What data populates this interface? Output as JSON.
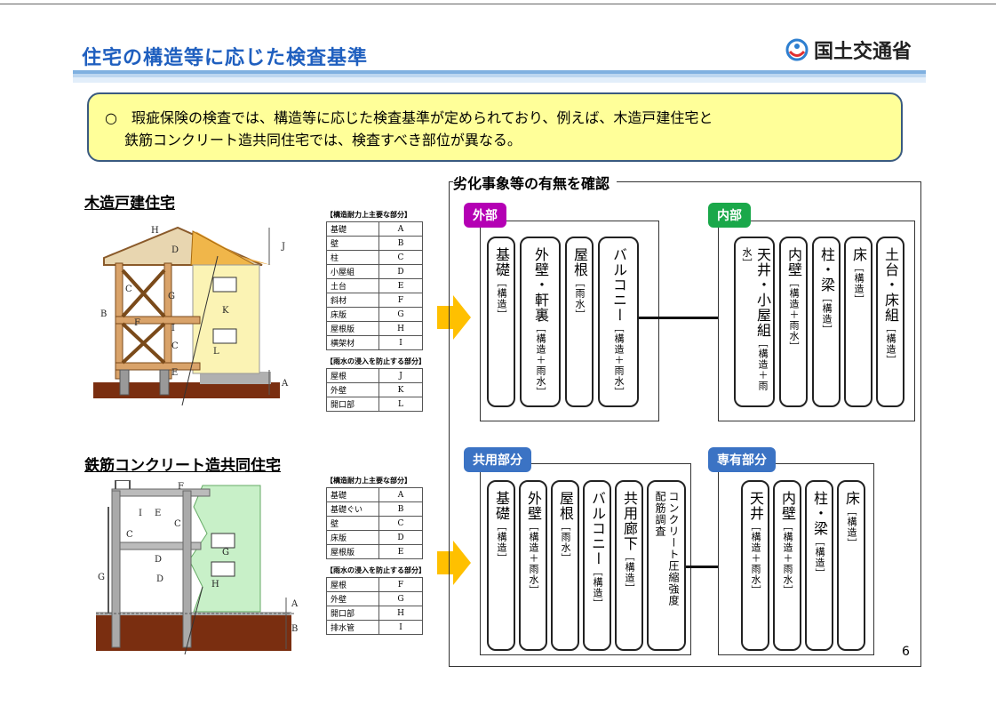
{
  "header": {
    "title": "住宅の構造等に応じた検査基準",
    "ministry": "国土交通省"
  },
  "callout": {
    "line1": "○　瑕疵保険の検査では、構造等に応じた検査基準が定められており、例えば、木造戸建住宅と",
    "line2": "鉄筋コンクリート造共同住宅では、検査すべき部位が異なる。"
  },
  "wood": {
    "title": "木造戸建住宅",
    "diagram_letters": [
      "H",
      "D",
      "J",
      "C",
      "G",
      "K",
      "B",
      "F",
      "I",
      "C",
      "L",
      "E",
      "A"
    ],
    "struct_header": "【構造耐力上主要な部分】",
    "struct_rows": [
      [
        "基礎",
        "A"
      ],
      [
        "壁",
        "B"
      ],
      [
        "柱",
        "C"
      ],
      [
        "小屋組",
        "D"
      ],
      [
        "土台",
        "E"
      ],
      [
        "斜材",
        "F"
      ],
      [
        "床版",
        "G"
      ],
      [
        "屋根版",
        "H"
      ],
      [
        "横架材",
        "I"
      ]
    ],
    "rain_header": "【雨水の浸入を防止する部分】",
    "rain_rows": [
      [
        "屋根",
        "J"
      ],
      [
        "外壁",
        "K"
      ],
      [
        "開口部",
        "L"
      ]
    ]
  },
  "rc": {
    "title": "鉄筋コンクリート造共同住宅",
    "diagram_letters": [
      "F",
      "I",
      "E",
      "C",
      "C",
      "G",
      "D",
      "G",
      "D",
      "H",
      "A",
      "B"
    ],
    "struct_header": "【構造耐力上主要な部分】",
    "struct_rows": [
      [
        "基礎",
        "A"
      ],
      [
        "基礎ぐい",
        "B"
      ],
      [
        "壁",
        "C"
      ],
      [
        "床版",
        "D"
      ],
      [
        "屋根版",
        "E"
      ]
    ],
    "rain_header": "【雨水の浸入を防止する部分】",
    "rain_rows": [
      [
        "屋根",
        "F"
      ],
      [
        "外壁",
        "G"
      ],
      [
        "開口部",
        "H"
      ],
      [
        "排水管",
        "I"
      ]
    ]
  },
  "observe": {
    "title": "劣化事象等の有無を確認",
    "exterior": {
      "tag": "外部",
      "color": "#b400b4",
      "cards": [
        {
          "main": "基礎",
          "sub": "［構造］"
        },
        {
          "main": "外壁・軒裏",
          "sub": "［構造＋雨水］"
        },
        {
          "main": "屋根",
          "sub": "［雨水］"
        },
        {
          "main": "バルコニー",
          "sub": "［構造＋雨水］"
        }
      ]
    },
    "interior": {
      "tag": "内部",
      "color": "#1aa84a",
      "cards": [
        {
          "main": "天井・小屋組",
          "sub": "［構造＋雨水］"
        },
        {
          "main": "内壁",
          "sub": "［構造＋雨水］"
        },
        {
          "main": "柱・梁",
          "sub": "［構造］"
        },
        {
          "main": "床",
          "sub": "［構造］"
        },
        {
          "main": "土台・床組",
          "sub": "［構造］"
        }
      ]
    },
    "common": {
      "tag": "共用部分",
      "color": "#3b73c4",
      "cards": [
        {
          "main": "基礎",
          "sub": "［構造］"
        },
        {
          "main": "外壁",
          "sub": "［構造＋雨水］"
        },
        {
          "main": "屋根",
          "sub": "［雨水］"
        },
        {
          "main": "バルコニー",
          "sub": "［構造］"
        },
        {
          "main": "共用廊下",
          "sub": "［構造］"
        },
        {
          "main": "コンクリート圧縮強度",
          "main2": "配筋調査",
          "sub": ""
        }
      ]
    },
    "private": {
      "tag": "専有部分",
      "color": "#3b73c4",
      "cards": [
        {
          "main": "天井",
          "sub": "［構造＋雨水］"
        },
        {
          "main": "内壁",
          "sub": "［構造＋雨水］"
        },
        {
          "main": "柱・梁",
          "sub": "［構造］"
        },
        {
          "main": "床",
          "sub": "［構造］"
        }
      ]
    }
  },
  "page_number": "6"
}
